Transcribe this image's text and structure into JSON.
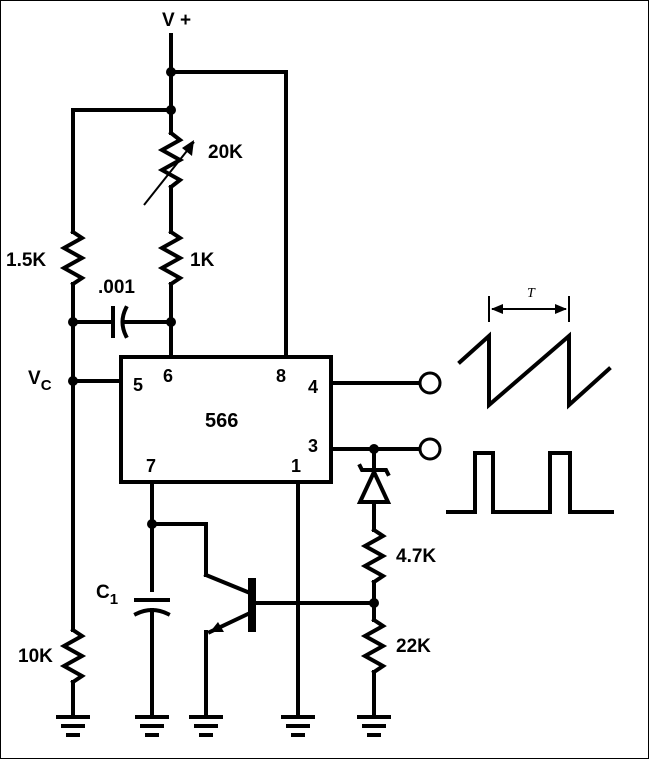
{
  "supply": {
    "label": "V +"
  },
  "ic": {
    "part": "566",
    "pins": {
      "p1": "1",
      "p3": "3",
      "p4": "4",
      "p5": "5",
      "p6": "6",
      "p7": "7",
      "p8": "8"
    }
  },
  "components": {
    "r_var": "20K",
    "r1": "1K",
    "r2": "1.5K",
    "c_timing_small": ".001",
    "vc_label": "V",
    "vc_sub": "C",
    "c1_label": "C",
    "c1_sub": "1",
    "r_10k": "10K",
    "r_47k": "4.7K",
    "r_22k": "22K"
  },
  "waveforms": {
    "period_label": "T",
    "outputs": [
      "sawtooth",
      "square"
    ]
  }
}
